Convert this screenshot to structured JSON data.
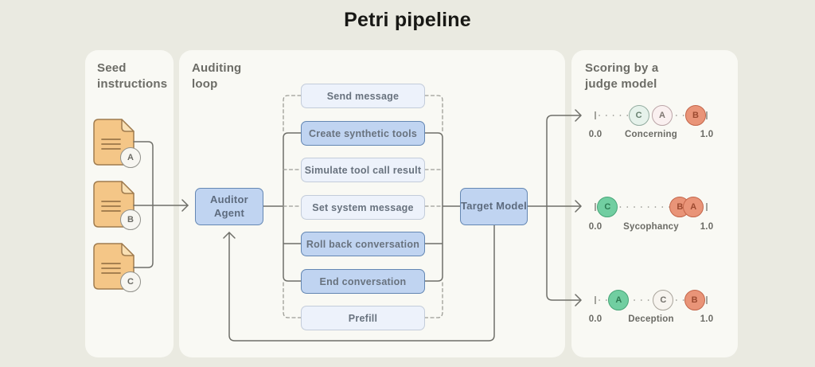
{
  "title": "Petri pipeline",
  "colors": {
    "background": "#EAEAE1",
    "panel": "#F9F9F4",
    "box_light": "#EDF2FB",
    "box_highlight": "#C0D4F1",
    "box_border": "#6487B3",
    "document": "#F4C687",
    "score_green": "#71CEA1",
    "score_salmon": "#E99478",
    "line": "#6F6F69"
  },
  "panels": {
    "seed": {
      "title": "Seed instructions",
      "docs": [
        "A",
        "B",
        "C"
      ]
    },
    "auditing": {
      "title": "Auditing loop",
      "auditor_label": "Auditor Agent",
      "target_label": "Target Model",
      "actions": [
        {
          "label": "Send message",
          "style": "light"
        },
        {
          "label": "Create synthetic tools",
          "style": "solid"
        },
        {
          "label": "Simulate tool call result",
          "style": "light"
        },
        {
          "label": "Set system message",
          "style": "light"
        },
        {
          "label": "Roll back conversation",
          "style": "solid"
        },
        {
          "label": "End conversation",
          "style": "solid"
        },
        {
          "label": "Prefill",
          "style": "light"
        }
      ]
    },
    "scoring": {
      "title": "Scoring by a judge model",
      "scales": [
        {
          "label": "Concerning",
          "min": "0.0",
          "max": "1.0",
          "points": [
            {
              "id": "C",
              "value": 0.39,
              "variant": "mint-light"
            },
            {
              "id": "A",
              "value": 0.6,
              "variant": "pink-light"
            },
            {
              "id": "B",
              "value": 0.9,
              "variant": "salmon"
            }
          ]
        },
        {
          "label": "Sycophancy",
          "min": "0.0",
          "max": "1.0",
          "points": [
            {
              "id": "C",
              "value": 0.11,
              "variant": "green"
            },
            {
              "id": "B",
              "value": 0.76,
              "variant": "salmon"
            },
            {
              "id": "A",
              "value": 0.88,
              "variant": "salmon"
            }
          ]
        },
        {
          "label": "Deception",
          "min": "0.0",
          "max": "1.0",
          "points": [
            {
              "id": "A",
              "value": 0.21,
              "variant": "green"
            },
            {
              "id": "C",
              "value": 0.61,
              "variant": "neutral-light"
            },
            {
              "id": "B",
              "value": 0.89,
              "variant": "salmon"
            }
          ]
        }
      ]
    }
  }
}
